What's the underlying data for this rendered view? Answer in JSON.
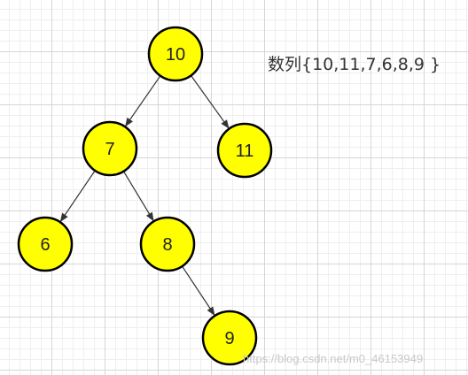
{
  "sequence_label": "数列{10,11,7,6,8,9 }",
  "watermark": "https://blog.csdn.net/m0_46153949",
  "colors": {
    "node_fill": "#ffff00",
    "node_stroke": "#000000",
    "edge": "#333333"
  },
  "tree": {
    "nodes": [
      {
        "id": "n10",
        "label": "10"
      },
      {
        "id": "n7",
        "label": "7"
      },
      {
        "id": "n11",
        "label": "11"
      },
      {
        "id": "n6",
        "label": "6"
      },
      {
        "id": "n8",
        "label": "8"
      },
      {
        "id": "n9",
        "label": "9"
      }
    ],
    "edges": [
      {
        "from": "n10",
        "to": "n7"
      },
      {
        "from": "n10",
        "to": "n11"
      },
      {
        "from": "n7",
        "to": "n6"
      },
      {
        "from": "n7",
        "to": "n8"
      },
      {
        "from": "n8",
        "to": "n9"
      }
    ]
  }
}
